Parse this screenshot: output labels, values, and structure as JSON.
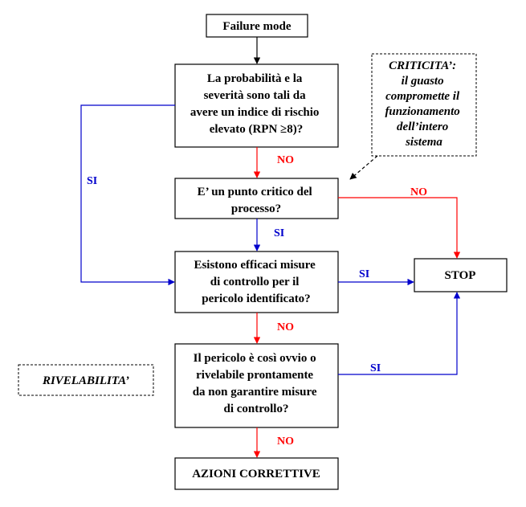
{
  "colors": {
    "no": "#ff0000",
    "si": "#0000cc",
    "box": "#000000",
    "background": "#ffffff"
  },
  "nodes": {
    "failure_mode": [
      "Failure mode"
    ],
    "q1": [
      "La probabilità e la",
      "severità sono tali da",
      "avere un indice di rischio",
      "elevato (RPN ≥8)?"
    ],
    "q2": [
      "E’ un punto critico del",
      "processo?"
    ],
    "q3": [
      "Esistono efficaci misure",
      "di controllo per il",
      "pericolo identificato?"
    ],
    "q4": [
      "Il pericolo è così ovvio o",
      "rivelabile prontamente",
      "da non garantire misure",
      "di controllo?"
    ],
    "stop": [
      "STOP"
    ],
    "azioni": [
      "AZIONI CORRETTIVE"
    ]
  },
  "notes": {
    "criticita": [
      "CRITICITA’:",
      "il guasto",
      "compromette il",
      "funzionamento",
      "dell’intero",
      "sistema"
    ],
    "rivelabilita": [
      "RIVELABILITA’"
    ]
  },
  "edge_labels": {
    "q1_no": "NO",
    "q1_si": "SI",
    "q2_no": "NO",
    "q2_si": "SI",
    "q3_si": "SI",
    "q3_no": "NO",
    "q4_si": "SI",
    "q4_no": "NO"
  }
}
